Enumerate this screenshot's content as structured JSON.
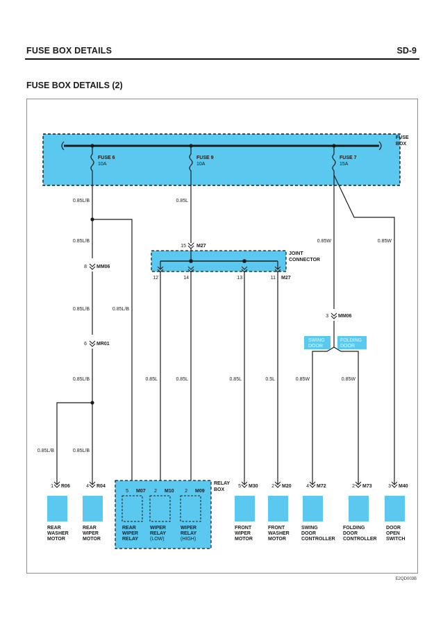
{
  "header": {
    "title": "FUSE BOX DETAILS",
    "page": "SD-9"
  },
  "subtitle": "FUSE BOX DETAILS (2)",
  "doc_code": "E2QD003B",
  "colors": {
    "box_fill": "#5bc8ef",
    "wire": "#1a1a1a",
    "dash": "#1a1a1a",
    "light_label": "#e6f6fd"
  },
  "fuse_box": {
    "label": [
      "FUSE",
      "BOX"
    ],
    "fuses": [
      {
        "name": "FUSE 6",
        "rating": "10A"
      },
      {
        "name": "FUSE 9",
        "rating": "10A"
      },
      {
        "name": "FUSE 7",
        "rating": "15A"
      }
    ]
  },
  "joint_connector": {
    "label": [
      "JOINT",
      "CONNECTOR"
    ],
    "top_pin": "15",
    "top_conn": "M27",
    "pins": [
      "12",
      "14",
      "13",
      "11"
    ],
    "bottom_conn": "M27"
  },
  "relay_box": {
    "label": [
      "RELAY",
      "BOX"
    ]
  },
  "inline_connectors": [
    {
      "pin": "8",
      "conn": "MM06"
    },
    {
      "pin": "6",
      "conn": "MR01"
    },
    {
      "pin": "3",
      "conn": "MM06"
    }
  ],
  "door_labels": [
    [
      "SWING",
      "DOOR"
    ],
    [
      "FOLDING",
      "DOOR"
    ]
  ],
  "wire_labels": {
    "w1": "0.85L/B",
    "w2": "0.85L",
    "w3": "0.85L/B",
    "w4": "0.85W",
    "w5": "0.85W",
    "w6": "0.85L/B",
    "w7": "0.85L/B",
    "w8": "0.85L/B",
    "w9": "0.85L",
    "w10": "0.85L",
    "w11": "0.85L",
    "w12": "0.5L",
    "w13": "0.85W",
    "w14": "0.85W",
    "w15": "0.85L/B",
    "w16": "0.85L/B"
  },
  "components": [
    {
      "pin": "1",
      "conn": "R06",
      "name": [
        "REAR",
        "WASHER",
        "MOTOR"
      ]
    },
    {
      "pin": "4",
      "conn": "R04",
      "name": [
        "REAR",
        "WIPER",
        "MOTOR"
      ]
    },
    {
      "pin": "5",
      "conn": "M07",
      "name": [
        "REAR",
        "WIPER",
        "RELAY"
      ]
    },
    {
      "pin": "2",
      "conn": "M10",
      "name": [
        "WIPER",
        "RELAY",
        "(LOW)"
      ]
    },
    {
      "pin": "2",
      "conn": "M09",
      "name": [
        "WIPER",
        "RELAY",
        "(HIGH)"
      ]
    },
    {
      "pin": "5",
      "conn": "M30",
      "name": [
        "FRONT",
        "WIPER",
        "MOTOR"
      ]
    },
    {
      "pin": "2",
      "conn": "M20",
      "name": [
        "FRONT",
        "WASHER",
        "MOTOR"
      ]
    },
    {
      "pin": "4",
      "conn": "M72",
      "name": [
        "SWING",
        "DOOR",
        "CONTROLLER"
      ]
    },
    {
      "pin": "2",
      "conn": "M73",
      "name": [
        "FOLDING",
        "DOOR",
        "CONTROLLER"
      ]
    },
    {
      "pin": "3",
      "conn": "M40",
      "name": [
        "DOOR",
        "OPEN",
        "SWITCH"
      ]
    }
  ]
}
